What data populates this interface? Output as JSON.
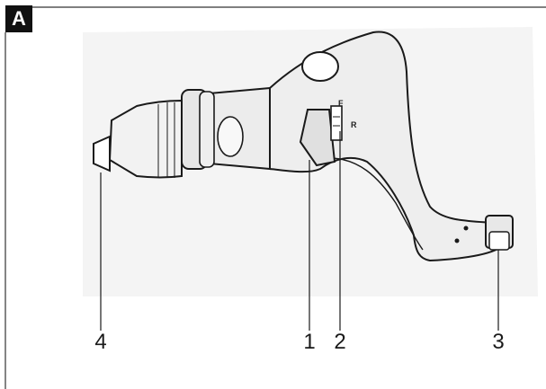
{
  "figure": {
    "badge": "A",
    "switch_markings": {
      "forward": "F",
      "reverse": "R"
    },
    "callouts": [
      {
        "id": "chuck",
        "label": "4"
      },
      {
        "id": "trigger",
        "label": "1"
      },
      {
        "id": "reverse-switch",
        "label": "2"
      },
      {
        "id": "air-inlet",
        "label": "3"
      }
    ],
    "colors": {
      "ink": "#1a1a1a",
      "tool_shading": "#eeeeee",
      "badge_background": "#111111"
    }
  }
}
